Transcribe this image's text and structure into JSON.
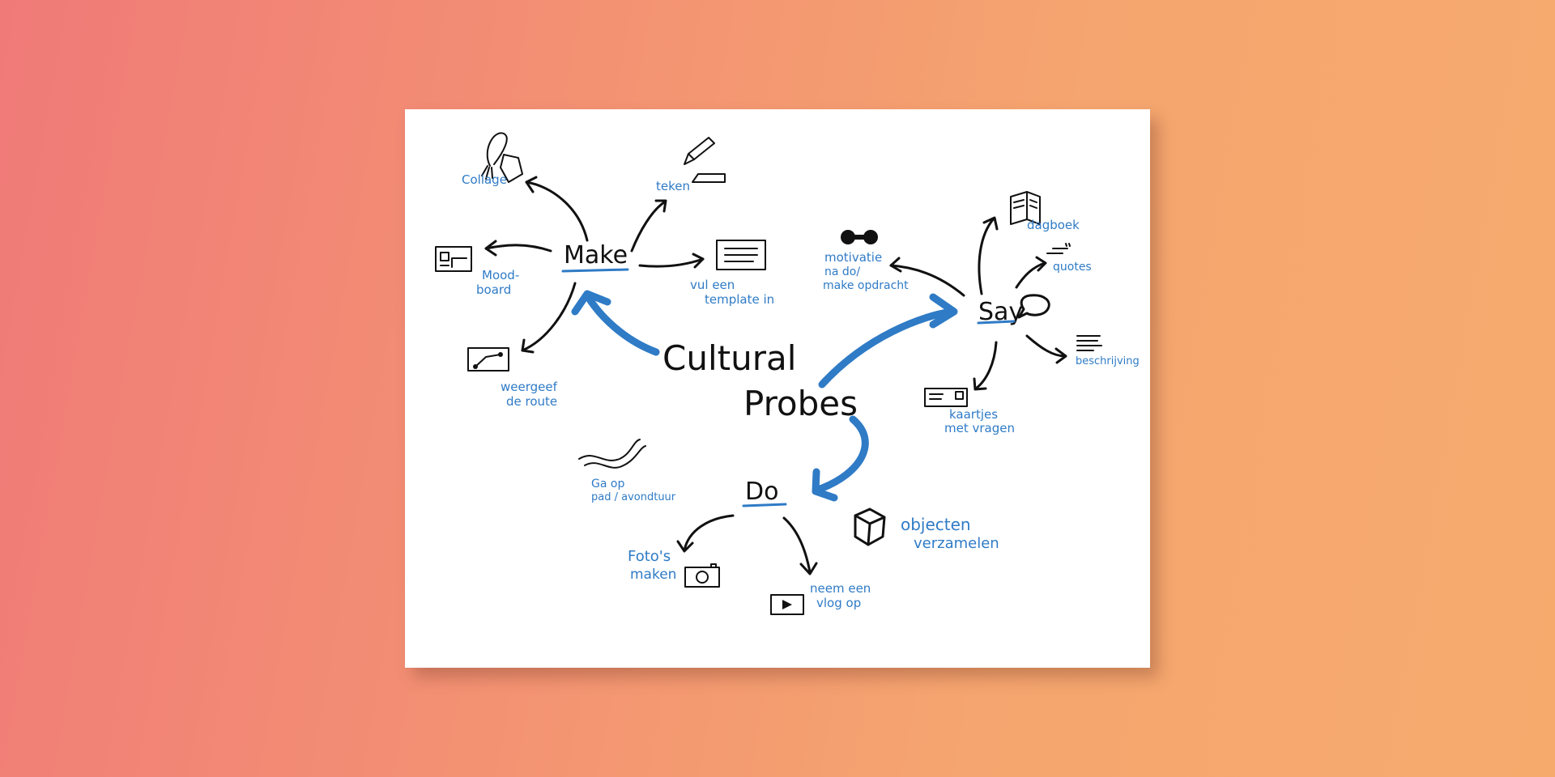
{
  "center": {
    "line1": "Cultural",
    "line2": "Probes"
  },
  "nodes": {
    "make": "Make",
    "say": "Say",
    "do": "Do"
  },
  "make_items": {
    "collage": "Collage",
    "teken": "teken",
    "moodboard_1": "Mood-",
    "moodboard_2": "board",
    "template_1": "vul een",
    "template_2": "template in",
    "route_1": "weergeef",
    "route_2": "de route"
  },
  "say_items": {
    "dagboek": "dagboek",
    "quotes": "quotes",
    "motivatie_1": "motivatie",
    "motivatie_2": "na do/",
    "motivatie_3": "make opdracht",
    "beschrijving": "beschrijving",
    "kaartjes_1": "kaartjes",
    "kaartjes_2": "met vragen"
  },
  "do_items": {
    "pad_1": "Ga op",
    "pad_2": "pad / avondtuur",
    "objecten_1": "objecten",
    "objecten_2": "verzamelen",
    "fotos_1": "Foto's",
    "fotos_2": "maken",
    "vlog_1": "neem een",
    "vlog_2": "vlog op"
  },
  "colors": {
    "ink": "#111111",
    "accent_blue": "#2f7bc6",
    "card": "#ffffff"
  },
  "icons": [
    "brush-icon",
    "paper-icon",
    "pencil-icon",
    "moodboard-icon",
    "template-icon",
    "route-icon",
    "diary-icon",
    "quote-icon",
    "dumbbell-icon",
    "speech-bubble-icon",
    "text-lines-icon",
    "postcard-icon",
    "path-icon",
    "box-icon",
    "camera-icon",
    "video-icon"
  ]
}
